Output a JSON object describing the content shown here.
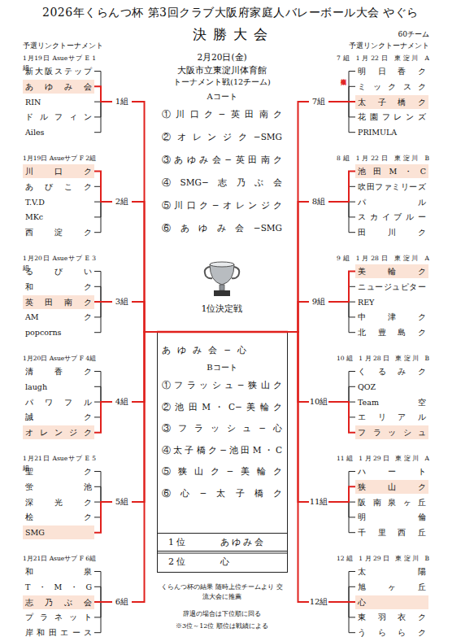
{
  "diagram": {
    "title": "2026年くらんつ杯 第3回クラブ大阪府家庭人バレーボール大会 やぐら",
    "nodes": [
      {
        "text": [
          "Aコート",
          "①川口ク−英田南ク",
          "②オレンジク−SMG",
          "③あゆみ会−英田南ク",
          "④SMG−志乃ぶ会",
          "⑤川口ク−オレンジク",
          "⑥あゆみ会−SMG"
        ]
      },
      {
        "text": [
          "1位決定戦",
          "あゆみ会−心"
        ]
      },
      {
        "text": [
          "Bコート",
          "①フラッシュ−狭山ク",
          "②池田M・C−美輪ク",
          "③フラッシュ−心",
          "④太子橋ク−池田M・C",
          "⑤狭山ク−美輪ク",
          "⑥心−太子橋ク"
        ]
      },
      {
        "text": [
          "1位 あゆみ会",
          "2位 心"
        ]
      },
      {
        "text": [
          "1月19日 Asueサブ E 1組"
        ]
      },
      {
        "text": [
          "新大阪ステップ"
        ],
        "in": 4
      },
      {
        "text": [
          "あゆみ会"
        ],
        "in": 4
      },
      {
        "text": [
          "RIN"
        ],
        "in": 4
      },
      {
        "text": [
          "ドルフィン"
        ],
        "in": 4
      },
      {
        "text": [
          "Ailes"
        ],
        "in": 4
      },
      {
        "text": [
          "1組"
        ]
      },
      {
        "text": [
          "1月19日 Asueサブ F 2組"
        ]
      },
      {
        "text": [
          "川口ク"
        ],
        "in": 11
      },
      {
        "text": [
          "あびこク"
        ],
        "in": 11
      },
      {
        "text": [
          "T.V.D"
        ],
        "in": 11
      },
      {
        "text": [
          "MKc"
        ],
        "in": 11
      },
      {
        "text": [
          "西淀ク"
        ],
        "in": 11
      },
      {
        "text": [
          "2組"
        ]
      },
      {
        "text": [
          "1月20日 Asueサブ E 3組"
        ]
      },
      {
        "text": [
          "るびい"
        ],
        "in": 18
      },
      {
        "text": [
          "和ク"
        ],
        "in": 18
      },
      {
        "text": [
          "英田南ク"
        ],
        "in": 18
      },
      {
        "text": [
          "AMク"
        ],
        "in": 18
      },
      {
        "text": [
          "popcorns"
        ],
        "in": 18
      },
      {
        "text": [
          "3組"
        ]
      },
      {
        "text": [
          "1月20日 Asueサブ F 4組"
        ]
      },
      {
        "text": [
          "清香ク"
        ],
        "in": 25
      },
      {
        "text": [
          "laugh"
        ],
        "in": 25
      },
      {
        "text": [
          "パワフル"
        ],
        "in": 25
      },
      {
        "text": [
          "誠ク"
        ],
        "in": 25
      },
      {
        "text": [
          "オレンジク"
        ],
        "in": 25
      },
      {
        "text": [
          "4組"
        ]
      },
      {
        "text": [
          "1月21日 Asueサブ E 5組"
        ]
      },
      {
        "text": [
          "聖ク"
        ],
        "in": 32
      },
      {
        "text": [
          "蛍池"
        ],
        "in": 32
      },
      {
        "text": [
          "深光ク"
        ],
        "in": 32
      },
      {
        "text": [
          "桧ク"
        ],
        "in": 32
      },
      {
        "text": [
          "SMG"
        ],
        "in": 32
      },
      {
        "text": [
          "5組"
        ]
      },
      {
        "text": [
          "1月21日 Asueサブ F 6組"
        ]
      },
      {
        "text": [
          "和泉"
        ],
        "in": 39
      },
      {
        "text": [
          "T・M・G"
        ],
        "in": 39
      },
      {
        "text": [
          "志乃ぶ会"
        ],
        "in": 39
      },
      {
        "text": [
          "プラネット"
        ],
        "in": 39
      },
      {
        "text": [
          "岸和田エース"
        ],
        "in": 39
      },
      {
        "text": [
          "6組"
        ]
      },
      {
        "text": [
          "7組 1月22日 東淀川 A"
        ]
      },
      {
        "text": [
          "明日香ク"
        ],
        "in": 46
      },
      {
        "text": [
          "ミックスク"
        ],
        "in": 46
      },
      {
        "text": [
          "太子橋ク"
        ],
        "in": 46
      },
      {
        "text": [
          "花園フレンズ"
        ],
        "in": 46
      },
      {
        "text": [
          "PRIMULA"
        ],
        "in": 46
      },
      {
        "text": [
          "7組"
        ]
      },
      {
        "text": [
          "8組 1月22日 東淀川 B"
        ]
      },
      {
        "text": [
          "池田M・C"
        ],
        "in": 53
      },
      {
        "text": [
          "吹田ファミリーズ"
        ],
        "in": 53
      },
      {
        "text": [
          "パル"
        ],
        "in": 53
      },
      {
        "text": [
          "スカイブルー"
        ],
        "in": 53
      },
      {
        "text": [
          "田川ク"
        ],
        "in": 53
      },
      {
        "text": [
          "8組"
        ]
      },
      {
        "text": [
          "9組 1月28日 東淀川 A"
        ]
      },
      {
        "text": [
          "美輪ク"
        ],
        "in": 60
      },
      {
        "text": [
          "ニュージュピター"
        ],
        "in": 60
      },
      {
        "text": [
          "REY"
        ],
        "in": 60
      },
      {
        "text": [
          "中津ク"
        ],
        "in": 60
      },
      {
        "text": [
          "北豊島ク"
        ],
        "in": 60
      },
      {
        "text": [
          "9組"
        ]
      },
      {
        "text": [
          "10組 1月28日 東淀川 B"
        ]
      },
      {
        "text": [
          "くるみク"
        ],
        "in": 67
      },
      {
        "text": [
          "QOZ"
        ],
        "in": 67
      },
      {
        "text": [
          "Team空"
        ],
        "in": 67
      },
      {
        "text": [
          "エリアル"
        ],
        "in": 67
      },
      {
        "text": [
          "フラッシュ"
        ],
        "in": 67
      },
      {
        "text": [
          "10組"
        ]
      },
      {
        "text": [
          "11組 1月29日 東淀川 A"
        ]
      },
      {
        "text": [
          "ハート"
        ],
        "in": 74
      },
      {
        "text": [
          "狭山ク"
        ],
        "in": 74
      },
      {
        "text": [
          "阪南泉ヶ丘"
        ],
        "in": 74
      },
      {
        "text": [
          "明倫"
        ],
        "in": 74
      },
      {
        "text": [
          "千里西丘"
        ],
        "in": 74
      },
      {
        "text": [
          "11組"
        ]
      },
      {
        "text": [
          "12組 1月29日 東淀川 B"
        ]
      },
      {
        "text": [
          "太陽"
        ],
        "in": 81
      },
      {
        "text": [
          "旭ヶ丘"
        ],
        "in": 81
      },
      {
        "text": [
          "心"
        ],
        "in": 81
      },
      {
        "text": [
          "東羽衣ク"
        ],
        "in": 81
      },
      {
        "text": [
          "うららク"
        ],
        "in": 81
      },
      {
        "text": [
          "12組"
        ]
      }
    ],
    "edges": [
      {
        "from": 5,
        "to": 10,
        "arrow": "none"
      },
      {
        "from": 6,
        "to": 10,
        "arrow": "none"
      },
      {
        "from": 7,
        "to": 10,
        "arrow": "none"
      },
      {
        "from": 8,
        "to": 10,
        "arrow": "none"
      },
      {
        "from": 9,
        "to": 10,
        "arrow": "none"
      },
      {
        "from": 12,
        "to": 17,
        "arrow": "none"
      },
      {
        "from": 13,
        "to": 17,
        "arrow": "none"
      },
      {
        "from": 14,
        "to": 17,
        "arrow": "none"
      },
      {
        "from": 15,
        "to": 17,
        "arrow": "none"
      },
      {
        "from": 16,
        "to": 17,
        "arrow": "none"
      },
      {
        "from": 19,
        "to": 24,
        "arrow": "none"
      },
      {
        "from": 20,
        "to": 24,
        "arrow": "none"
      },
      {
        "from": 21,
        "to": 24,
        "arrow": "none"
      },
      {
        "from": 22,
        "to": 24,
        "arrow": "none"
      },
      {
        "from": 23,
        "to": 24,
        "arrow": "none"
      },
      {
        "from": 26,
        "to": 31,
        "arrow": "none"
      },
      {
        "from": 27,
        "to": 31,
        "arrow": "none"
      },
      {
        "from": 28,
        "to": 31,
        "arrow": "none"
      },
      {
        "from": 29,
        "to": 31,
        "arrow": "none"
      },
      {
        "from": 30,
        "to": 31,
        "arrow": "none"
      },
      {
        "from": 33,
        "to": 38,
        "arrow": "none"
      },
      {
        "from": 34,
        "to": 38,
        "arrow": "none"
      },
      {
        "from": 35,
        "to": 38,
        "arrow": "none"
      },
      {
        "from": 36,
        "to": 38,
        "arrow": "none"
      },
      {
        "from": 37,
        "to": 38,
        "arrow": "none"
      },
      {
        "from": 40,
        "to": 45,
        "arrow": "none"
      },
      {
        "from": 41,
        "to": 45,
        "arrow": "none"
      },
      {
        "from": 42,
        "to": 45,
        "arrow": "none"
      },
      {
        "from": 43,
        "to": 45,
        "arrow": "none"
      },
      {
        "from": 44,
        "to": 45,
        "arrow": "none"
      },
      {
        "from": 47,
        "to": 52,
        "arrow": "none"
      },
      {
        "from": 48,
        "to": 52,
        "arrow": "none"
      },
      {
        "from": 49,
        "to": 52,
        "arrow": "none"
      },
      {
        "from": 50,
        "to": 52,
        "arrow": "none"
      },
      {
        "from": 51,
        "to": 52,
        "arrow": "none"
      },
      {
        "from": 54,
        "to": 59,
        "arrow": "none"
      },
      {
        "from": 55,
        "to": 59,
        "arrow": "none"
      },
      {
        "from": 56,
        "to": 59,
        "arrow": "none"
      },
      {
        "from": 57,
        "to": 59,
        "arrow": "none"
      },
      {
        "from": 58,
        "to": 59,
        "arrow": "none"
      },
      {
        "from": 61,
        "to": 66,
        "arrow": "none"
      },
      {
        "from": 62,
        "to": 66,
        "arrow": "none"
      },
      {
        "from": 63,
        "to": 66,
        "arrow": "none"
      },
      {
        "from": 64,
        "to": 66,
        "arrow": "none"
      },
      {
        "from": 65,
        "to": 66,
        "arrow": "none"
      },
      {
        "from": 68,
        "to": 73,
        "arrow": "none"
      },
      {
        "from": 69,
        "to": 73,
        "arrow": "none"
      },
      {
        "from": 70,
        "to": 73,
        "arrow": "none"
      },
      {
        "from": 71,
        "to": 73,
        "arrow": "none"
      },
      {
        "from": 72,
        "to": 73,
        "arrow": "none"
      },
      {
        "from": 75,
        "to": 80,
        "arrow": "none"
      },
      {
        "from": 76,
        "to": 80,
        "arrow": "none"
      },
      {
        "from": 77,
        "to": 80,
        "arrow": "none"
      },
      {
        "from": 78,
        "to": 80,
        "arrow": "none"
      },
      {
        "from": 79,
        "to": 80,
        "arrow": "none"
      },
      {
        "from": 82,
        "to": 87,
        "arrow": "none"
      },
      {
        "from": 83,
        "to": 87,
        "arrow": "none"
      },
      {
        "from": 84,
        "to": 87,
        "arrow": "none"
      },
      {
        "from": 85,
        "to": 87,
        "arrow": "none"
      },
      {
        "from": 86,
        "to": 87,
        "arrow": "none"
      },
      {
        "from": 10,
        "to": 1,
        "arrow": "none"
      },
      {
        "from": 17,
        "to": 1,
        "arrow": "none"
      },
      {
        "from": 24,
        "to": 1,
        "arrow": "none"
      },
      {
        "from": 31,
        "to": 1,
        "arrow": "none"
      },
      {
        "from": 38,
        "to": 1,
        "arrow": "none"
      },
      {
        "from": 45,
        "to": 1,
        "arrow": "none"
      },
      {
        "from": 52,
        "to": 1,
        "arrow": "none"
      },
      {
        "from": 59,
        "to": 1,
        "arrow": "none"
      },
      {
        "from": 66,
        "to": 1,
        "arrow": "none"
      },
      {
        "from": 73,
        "to": 1,
        "arrow": "none"
      },
      {
        "from": 80,
        "to": 1,
        "arrow": "none"
      },
      {
        "from": 87,
        "to": 1,
        "arrow": "none"
      }
    ],
    "labels": [
      "決勝大会",
      "60チーム",
      "予選リンクトーナメント",
      "予選リンクトーナメント",
      "2月20日(金)",
      "大阪市立東淀川体育館",
      "トーナメント戦(12チーム)",
      "棄権",
      "くらんつ杯の結果 随時上位チームより 交流大会に推薦",
      "辞退の場合は下位順に回る",
      "※3位～12位 順位は戦績による"
    ]
  }
}
